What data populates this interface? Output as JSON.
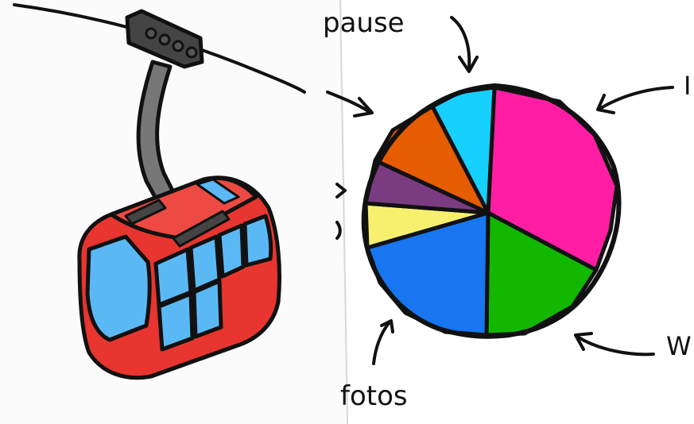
{
  "labels": {
    "pause": "pause",
    "top_right": "I",
    "bottom_right": "W",
    "fotos": "fotos"
  },
  "pie": {
    "segment_colors": [
      "#ff1ea3",
      "#12b800",
      "#1776f0",
      "#f7f06f",
      "#7a3b80",
      "#e65c00",
      "#16d0ff"
    ]
  },
  "gondola": {
    "body_color": "#e8352f",
    "window_color": "#5ab9f5",
    "arm_color": "#777777",
    "clamp_color": "#444444"
  },
  "page_colors": {
    "left_sheet": "#fbfbfb",
    "right_sheet": "#ffffff",
    "ink": "#111111"
  }
}
